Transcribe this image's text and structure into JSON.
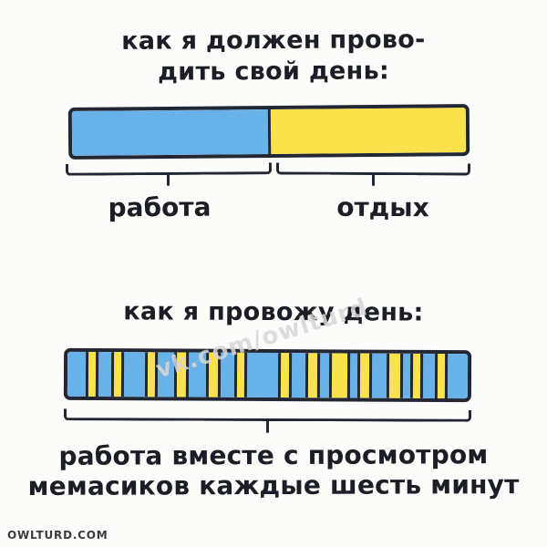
{
  "meta": {
    "watermark": "vk.com/owlturd",
    "site_credit": "OWLTURD.COM"
  },
  "colors": {
    "work": "#68b1e9",
    "rest": "#f9e24c",
    "outline": "#232733",
    "background": "#fcfcfa",
    "text": "#1b1e26"
  },
  "section_ideal": {
    "title_line1": "как я должен прово-",
    "title_line2": "дить свой день:",
    "label_work": "работа",
    "label_rest": "отдых"
  },
  "section_real": {
    "title": "как я провожу день:",
    "caption_line1": "работа вместе с просмотром",
    "caption_line2": "мемасиков каждые шесть минут"
  },
  "chart_data": [
    {
      "type": "bar",
      "orientation": "horizontal-stacked",
      "title": "как я должен проводить свой день:",
      "categories": [
        "работа",
        "отдых"
      ],
      "values": [
        50,
        50
      ],
      "unit": "percent of day",
      "colors": [
        "#68b1e9",
        "#f9e24c"
      ],
      "segments": [
        {
          "label": "работа",
          "value": 50,
          "color": "work"
        },
        {
          "label": "отдых",
          "value": 50,
          "color": "rest"
        }
      ]
    },
    {
      "type": "bar",
      "orientation": "horizontal-stacked",
      "title": "как я провожу день:",
      "label": "работа вместе с просмотром мемасиков каждые шесть минут",
      "unit": "relative width",
      "segments": [
        {
          "value": 25,
          "color": "work"
        },
        {
          "value": 10,
          "color": "rest"
        },
        {
          "value": 17,
          "color": "work"
        },
        {
          "value": 10,
          "color": "rest"
        },
        {
          "value": 28,
          "color": "work"
        },
        {
          "value": 10,
          "color": "rest"
        },
        {
          "value": 22,
          "color": "work"
        },
        {
          "value": 12,
          "color": "rest"
        },
        {
          "value": 24,
          "color": "work"
        },
        {
          "value": 12,
          "color": "rest"
        },
        {
          "value": 18,
          "color": "work"
        },
        {
          "value": 10,
          "color": "rest"
        },
        {
          "value": 42,
          "color": "work"
        },
        {
          "value": 12,
          "color": "rest"
        },
        {
          "value": 18,
          "color": "work"
        },
        {
          "value": 12,
          "color": "rest"
        },
        {
          "value": 13,
          "color": "work"
        },
        {
          "value": 20,
          "color": "rest"
        },
        {
          "value": 10,
          "color": "work"
        },
        {
          "value": 13,
          "color": "rest"
        },
        {
          "value": 20,
          "color": "work"
        },
        {
          "value": 14,
          "color": "rest"
        },
        {
          "value": 10,
          "color": "work"
        },
        {
          "value": 10,
          "color": "rest"
        },
        {
          "value": 16,
          "color": "work"
        },
        {
          "value": 10,
          "color": "rest"
        },
        {
          "value": 27,
          "color": "work"
        }
      ]
    }
  ]
}
